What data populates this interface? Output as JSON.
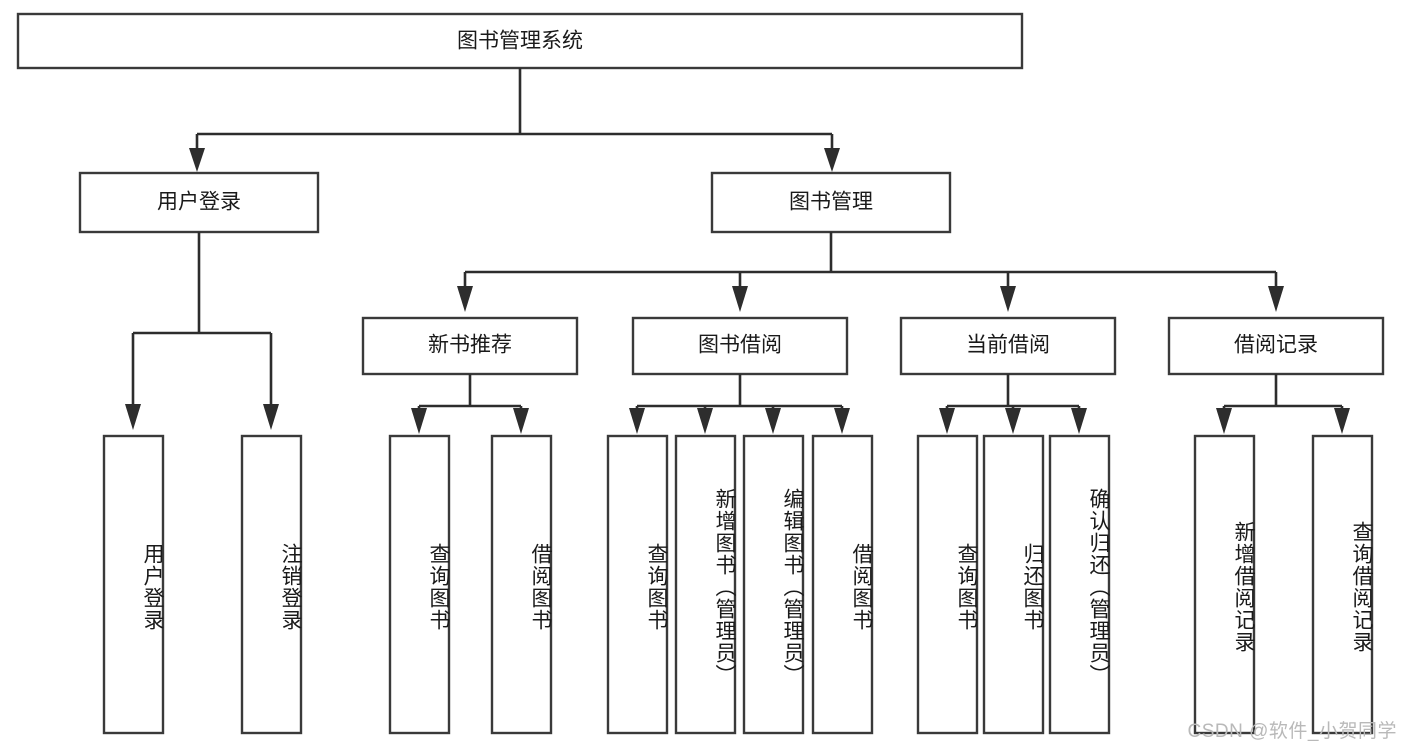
{
  "diagram": {
    "title": "图书管理系统",
    "type": "tree-hierarchy-chart",
    "watermark": "CSDN @软件_小贺同学",
    "root": {
      "label": "图书管理系统"
    },
    "level2": [
      {
        "label": "用户登录"
      },
      {
        "label": "图书管理"
      }
    ],
    "level3": [
      {
        "label": "新书推荐"
      },
      {
        "label": "图书借阅"
      },
      {
        "label": "当前借阅"
      },
      {
        "label": "借阅记录"
      }
    ],
    "leaves": {
      "user_login": [
        {
          "label": "用户登录"
        },
        {
          "label": "注销登录"
        }
      ],
      "new_book_recommend": [
        {
          "label": "查询图书"
        },
        {
          "label": "借阅图书"
        }
      ],
      "book_borrow": [
        {
          "label": "查询图书"
        },
        {
          "label": "新增图书（管理员）"
        },
        {
          "label": "编辑图书（管理员）"
        },
        {
          "label": "借阅图书"
        }
      ],
      "current_borrow": [
        {
          "label": "查询图书"
        },
        {
          "label": "归还图书"
        },
        {
          "label": "确认归还（管理员）"
        }
      ],
      "borrow_record": [
        {
          "label": "新增借阅记录"
        },
        {
          "label": "查询借阅记录"
        }
      ]
    },
    "colors": {
      "box_stroke": "#3a3a3a",
      "connector": "#2d2d2d",
      "background": "#ffffff",
      "text": "#1a1a1a",
      "watermark": "#b9b9b9"
    }
  }
}
